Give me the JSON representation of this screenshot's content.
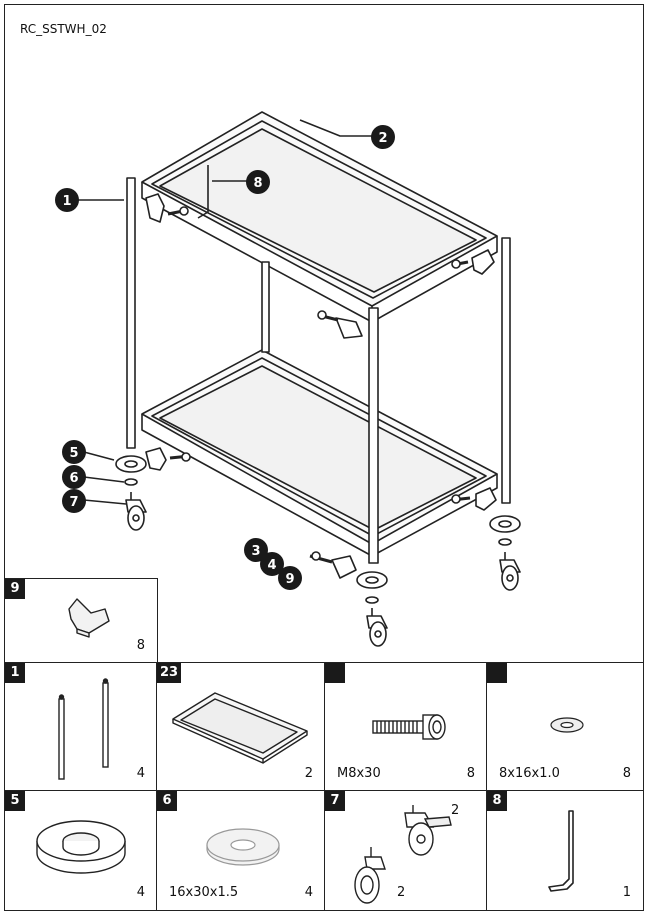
{
  "document": {
    "code": "RC_SSTWH_02"
  },
  "callouts": [
    {
      "number": "1",
      "part": "post"
    },
    {
      "number": "2",
      "part": "shelf-frame"
    },
    {
      "number": "8",
      "part": "allen-key"
    },
    {
      "number": "5",
      "part": "large-washer"
    },
    {
      "number": "6",
      "part": "small-washer"
    },
    {
      "number": "7",
      "part": "caster"
    },
    {
      "number": "3",
      "part": "bolt"
    },
    {
      "number": "4",
      "part": "washer"
    },
    {
      "number": "9",
      "part": "bracket"
    }
  ],
  "parts": [
    {
      "tag": "9",
      "spec": "",
      "qty": "8",
      "icon": "bracket-icon"
    },
    {
      "tag": "1",
      "spec": "",
      "qty": "4",
      "icon": "post-icon"
    },
    {
      "tag": "23",
      "spec": "",
      "qty": "2",
      "icon": "shelf-frame-icon"
    },
    {
      "tag": "",
      "spec": "M8x30",
      "qty": "8",
      "icon": "bolt-icon"
    },
    {
      "tag": "",
      "spec": "8x16x1.0",
      "qty": "8",
      "icon": "washer-icon"
    },
    {
      "tag": "5",
      "spec": "",
      "qty": "4",
      "icon": "large-washer-icon"
    },
    {
      "tag": "6",
      "spec": "16x30x1.5",
      "qty": "4",
      "icon": "washer-icon"
    },
    {
      "tag": "7",
      "spec": "",
      "qty": "2",
      "qty2": "2",
      "icon": "caster-icon"
    },
    {
      "tag": "8",
      "spec": "",
      "qty": "1",
      "icon": "allen-key-icon"
    }
  ]
}
